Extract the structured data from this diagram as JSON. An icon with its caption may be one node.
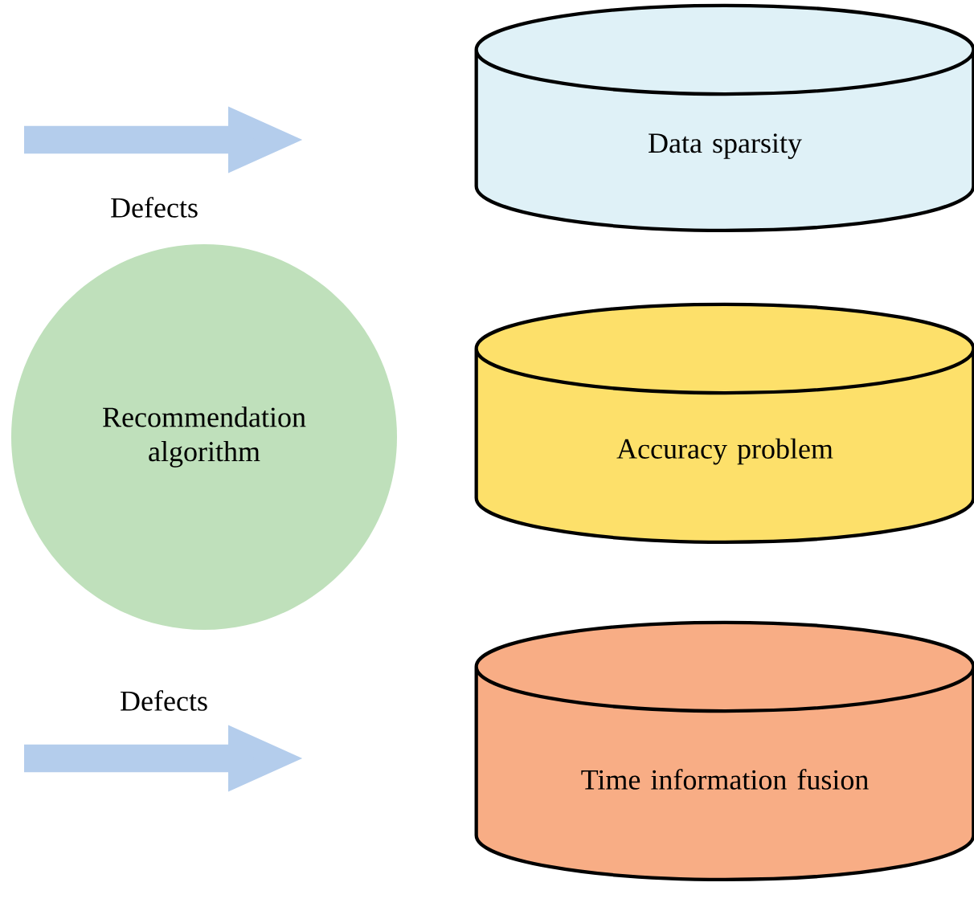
{
  "diagram": {
    "nodes": [
      {
        "text": [
          "Recommendation algorithm"
        ]
      },
      {
        "text": [
          "Data sparsity"
        ]
      },
      {
        "text": [
          "Accuracy problem"
        ]
      },
      {
        "text": [
          "Time information fusion"
        ]
      }
    ],
    "labels": [
      "Defects",
      "Defects"
    ]
  }
}
